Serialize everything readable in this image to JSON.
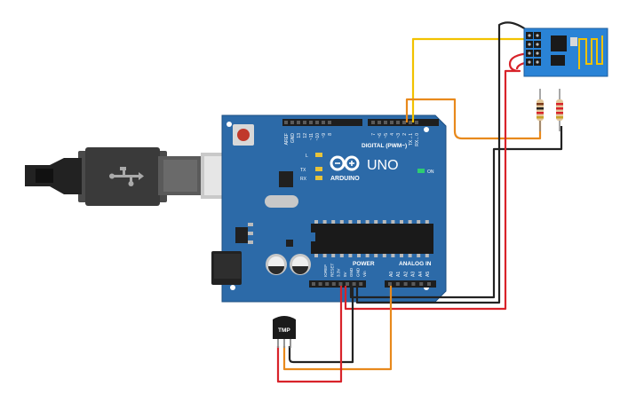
{
  "board": {
    "brand": "ARDUINO",
    "model": "UNO",
    "digital_label": "DIGITAL (PWM~)",
    "power_label": "POWER",
    "analog_label": "ANALOG IN",
    "on_label": "ON",
    "l_label": "L",
    "tx_label": "TX",
    "rx_label": "RX",
    "digital_pins": [
      "AREF",
      "GND",
      "13",
      "12",
      "~11",
      "~10",
      "~9",
      "8",
      "7",
      "~6",
      "~5",
      "4",
      "~3",
      "2",
      "TX→1",
      "RX←0"
    ],
    "power_pins": [
      "IOREF",
      "RESET",
      "3.3V",
      "5V",
      "GND",
      "GND",
      "Vin"
    ],
    "analog_pins": [
      "A0",
      "A1",
      "A2",
      "A3",
      "A4",
      "A5"
    ]
  },
  "sensor": {
    "label": "TMP"
  },
  "colors": {
    "board": "#2c6aa8",
    "wire_yellow": "#f2c200",
    "wire_orange": "#e8891c",
    "wire_red": "#d8232a",
    "wire_black": "#222222",
    "module": "#2a83d6"
  },
  "icons": {
    "usb": "usb-icon",
    "arduino_logo": "infinity-logo-icon"
  }
}
